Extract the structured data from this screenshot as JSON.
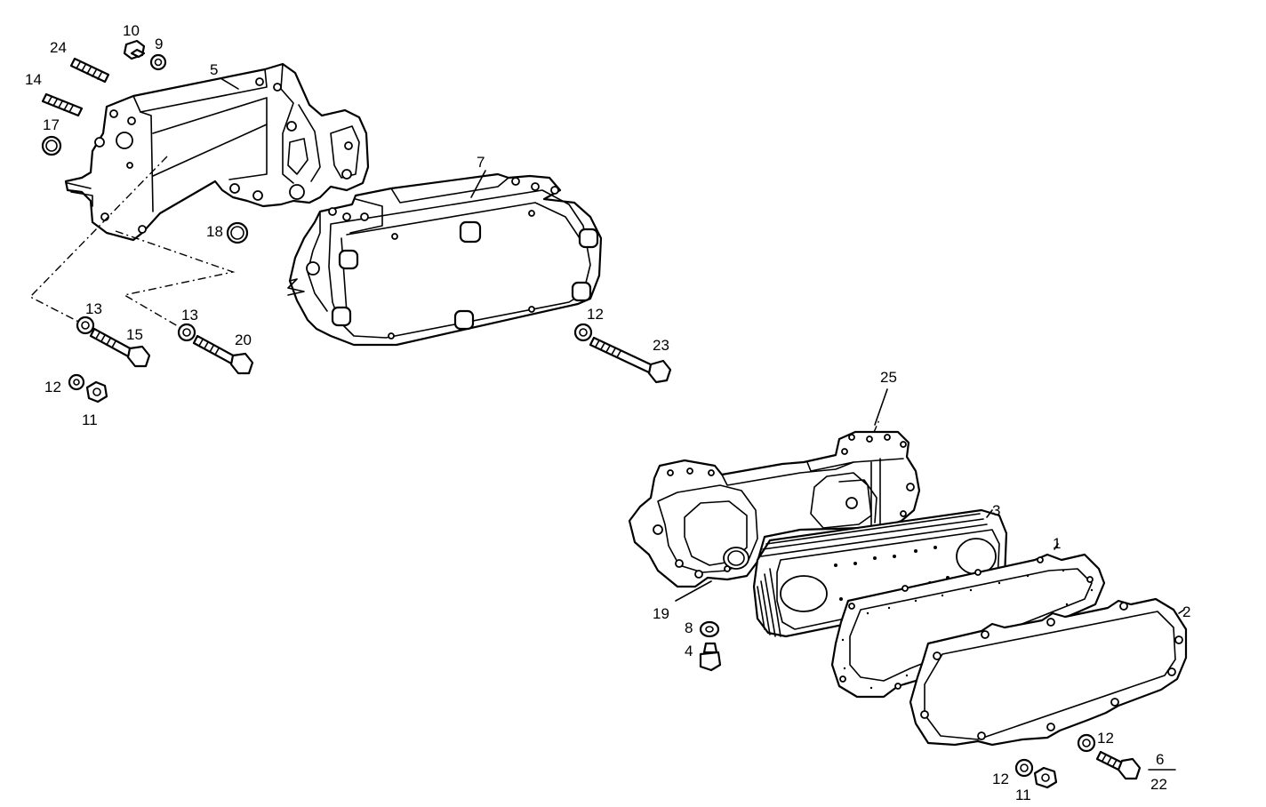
{
  "labels": {
    "l24": "24",
    "l10": "10",
    "l9": "9",
    "l5": "5",
    "l14": "14",
    "l17": "17",
    "l7": "7",
    "l18": "18",
    "l13a": "13",
    "l15": "15",
    "l13b": "13",
    "l20": "20",
    "l12a": "12",
    "l11a": "11",
    "l12b": "12",
    "l23": "23",
    "l25": "25",
    "l3": "3",
    "l1": "1",
    "l2": "2",
    "l19": "19",
    "l8": "8",
    "l4": "4",
    "l12c": "12",
    "l6": "6",
    "l22": "22",
    "l12d": "12",
    "l11b": "11"
  }
}
